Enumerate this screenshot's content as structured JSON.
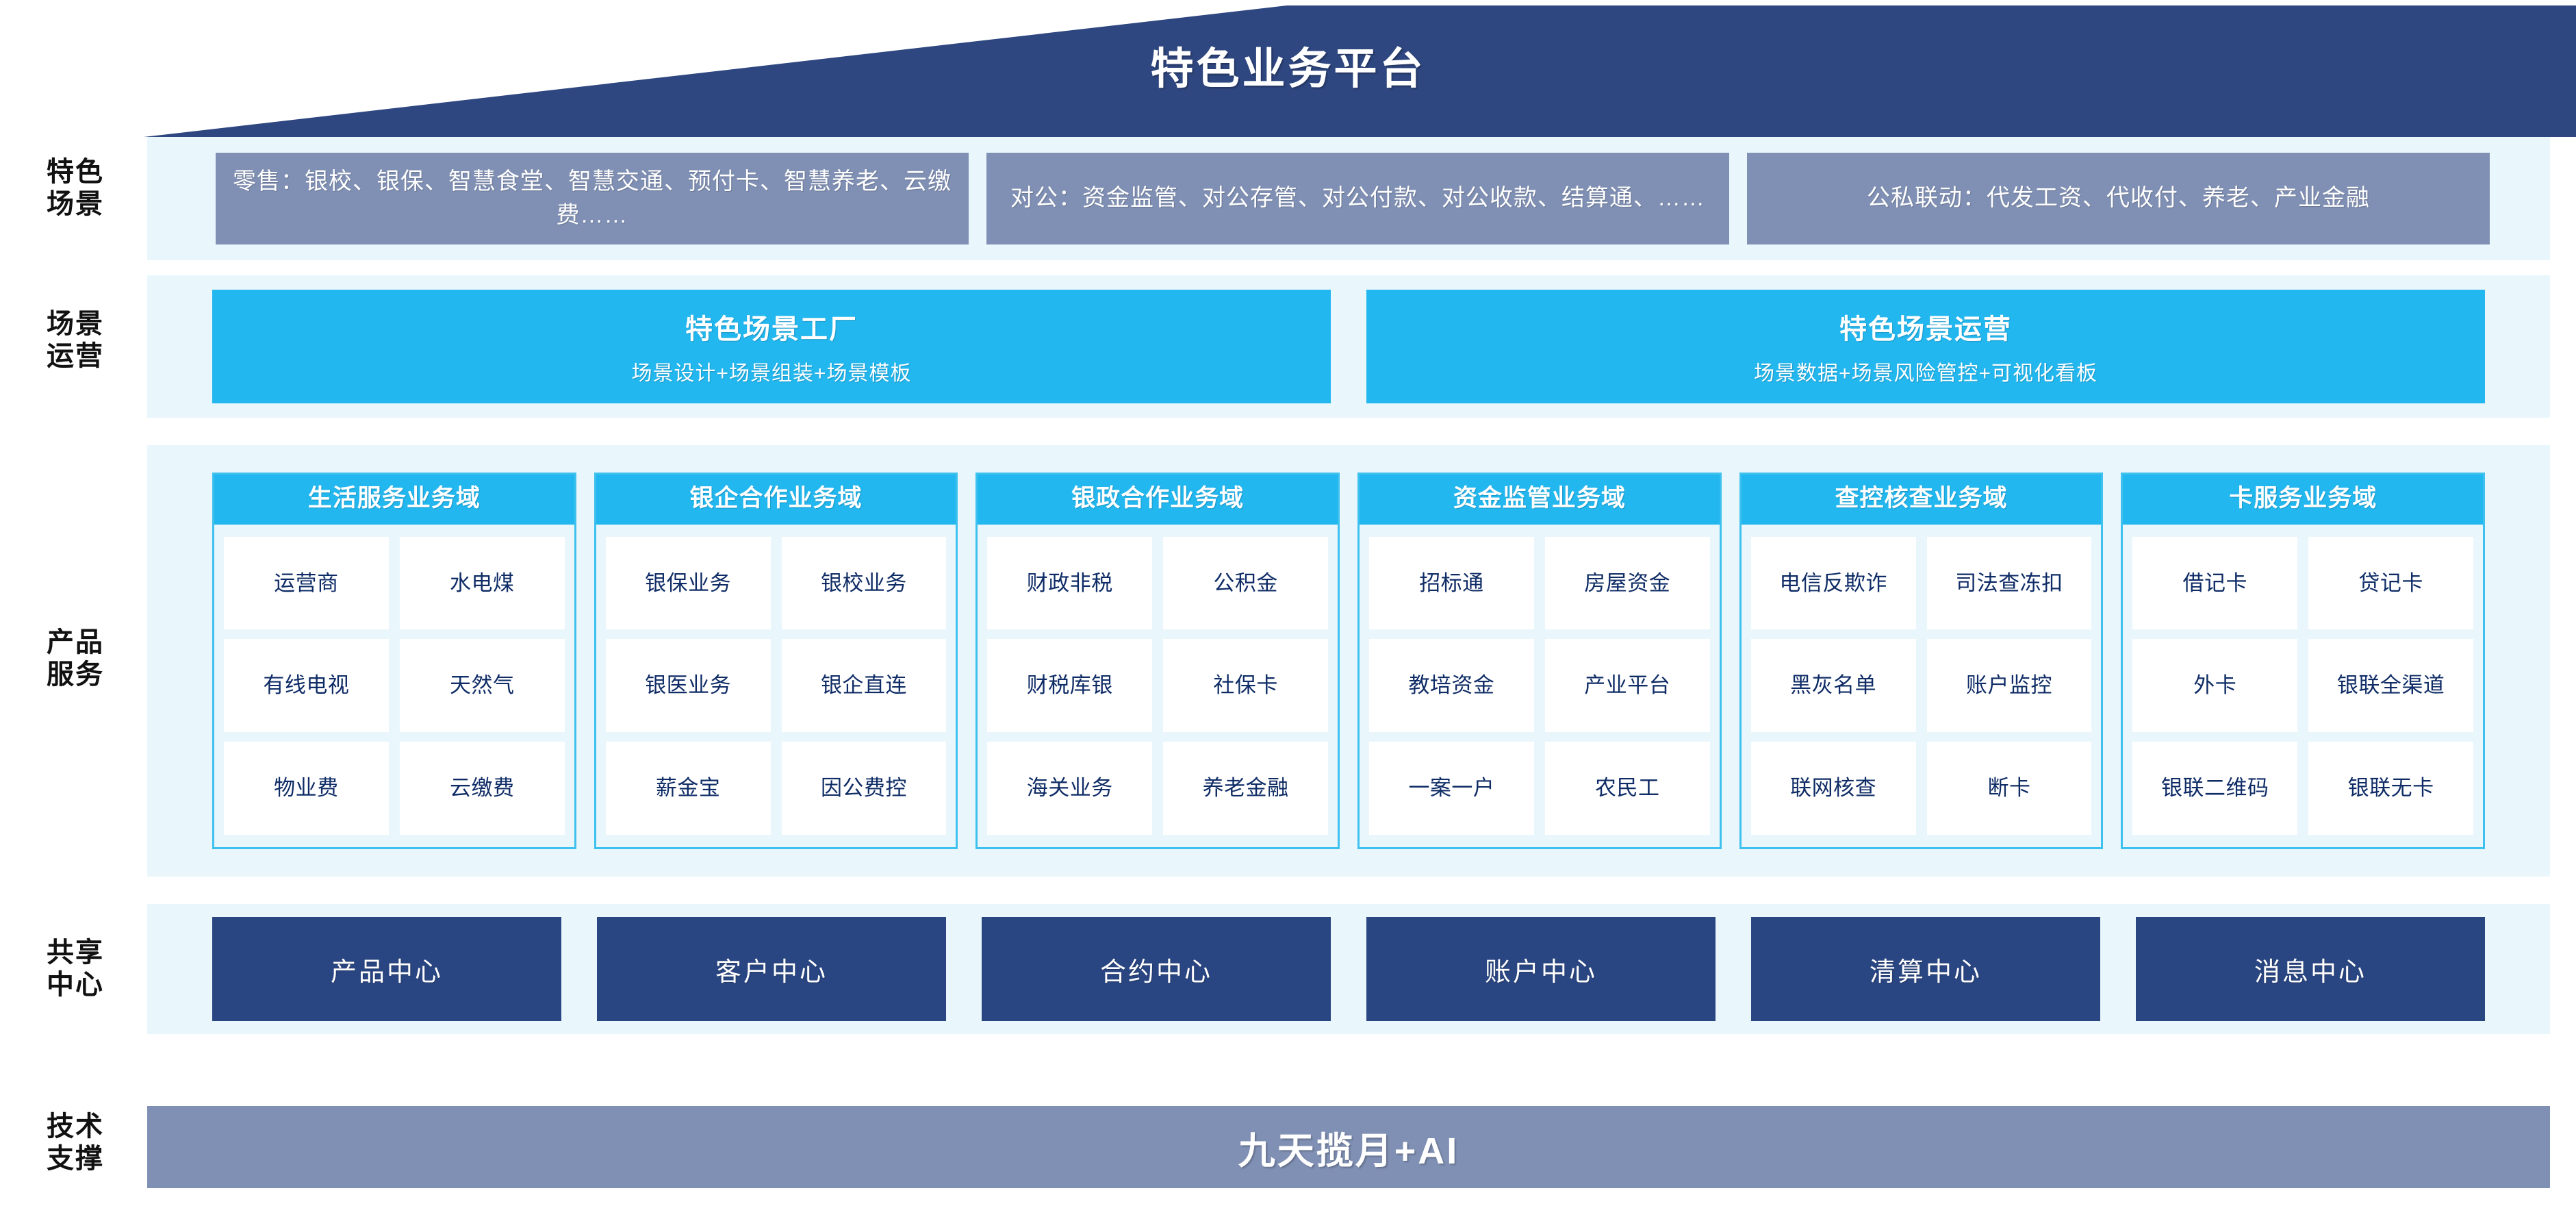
{
  "header": {
    "title": "特色业务平台",
    "roof_color": "#2f4780"
  },
  "row_labels": {
    "scenes": "特色\n场景",
    "scenes_l1": "特色",
    "scenes_l2": "场景",
    "operations_l1": "场景",
    "operations_l2": "运营",
    "products_l1": "产品",
    "products_l2": "服务",
    "centers_l1": "共享",
    "centers_l2": "中心",
    "tech_l1": "技术",
    "tech_l2": "支撑"
  },
  "scenes": {
    "boxes": [
      {
        "text": "零售：银校、银保、智慧食堂、智慧交通、预付卡、智慧养老、云缴费……"
      },
      {
        "text": "对公：资金监管、对公存管、对公付款、对公收款、结算通、……"
      },
      {
        "text": "公私联动：代发工资、代收付、养老、产业金融"
      }
    ],
    "box_color": "#8090b4"
  },
  "operations": {
    "boxes": [
      {
        "title": "特色场景工厂",
        "subtitle": "场景设计+场景组装+场景模板"
      },
      {
        "title": "特色场景运营",
        "subtitle": "场景数据+场景风险管控+可视化看板"
      }
    ],
    "box_color": "#22b7ef"
  },
  "product_domains": {
    "header_color": "#22b7ef",
    "body_color": "#e9f7fd",
    "border_color": "#3ec1ee",
    "cell_text_color": "#0f2c66",
    "columns": [
      {
        "title": "生活服务业务域",
        "rows": [
          [
            "运营商",
            "水电煤"
          ],
          [
            "有线电视",
            "天然气"
          ],
          [
            "物业费",
            "云缴费"
          ]
        ]
      },
      {
        "title": "银企合作业务域",
        "rows": [
          [
            "银保业务",
            "银校业务"
          ],
          [
            "银医业务",
            "银企直连"
          ],
          [
            "薪金宝",
            "因公费控"
          ]
        ]
      },
      {
        "title": "银政合作业务域",
        "rows": [
          [
            "财政非税",
            "公积金"
          ],
          [
            "财税库银",
            "社保卡"
          ],
          [
            "海关业务",
            "养老金融"
          ]
        ]
      },
      {
        "title": "资金监管业务域",
        "rows": [
          [
            "招标通",
            "房屋资金"
          ],
          [
            "教培资金",
            "产业平台"
          ],
          [
            "一案一户",
            "农民工"
          ]
        ]
      },
      {
        "title": "查控核查业务域",
        "rows": [
          [
            "电信\n反欺诈",
            "司法\n查冻扣"
          ],
          [
            "黑灰名单",
            "账户监控"
          ],
          [
            "联网核查",
            "断卡"
          ]
        ]
      },
      {
        "title": "卡服务业务域",
        "rows": [
          [
            "借记卡",
            "贷记卡"
          ],
          [
            "外卡",
            "银联\n全渠道"
          ],
          [
            "银联\n二维码",
            "银联无卡"
          ]
        ]
      }
    ]
  },
  "shared_centers": {
    "box_color": "#2a4682",
    "items": [
      "产品中心",
      "客户中心",
      "合约中心",
      "账户中心",
      "清算中心",
      "消息中心"
    ]
  },
  "tech_support": {
    "text": "九天揽月+AI",
    "bar_color": "#8090b4"
  }
}
